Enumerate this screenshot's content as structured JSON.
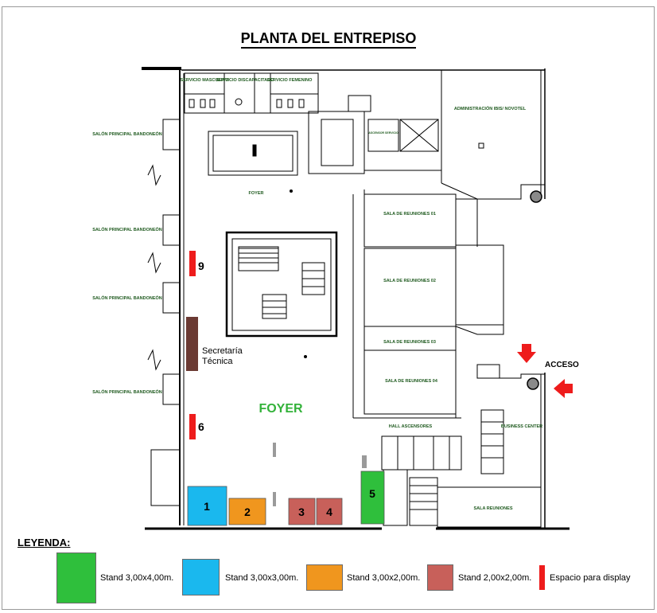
{
  "title": "PLANTA DEL ENTREPISO",
  "rooms": {
    "servicio_masculino": "SERVICIO MASCULINO",
    "servicio_discapacitado": "SERVICIO DISCAPACITADO",
    "servicio_femenino": "SERVICIO FEMENINO",
    "ascensor_servicio": "ASCENSOR SERVICIO",
    "administracion": "ADMINISTRACIÓN IBIS/ NOVOTEL",
    "foyer_small": "FOYER",
    "salon_principal": "SALÓN PRINCIPAL BANDONEÓN",
    "sala_01": "SALA DE REUNIONES 01",
    "sala_02": "SALA DE REUNIONES 02",
    "sala_03": "SALA DE REUNIONES 03",
    "sala_04": "SALA DE REUNIONES 04",
    "hall_ascensores": "HALL ASCENSORES",
    "business_center": "BUSINESS CENTER",
    "sala_reuniones": "SALA REUNIONES",
    "secretaria_line1": "Secretaría",
    "secretaria_line2": "Técnica",
    "foyer_big": "FOYER",
    "acceso": "ACCESO"
  },
  "stands": [
    {
      "number": "1",
      "type": "stand_3x3"
    },
    {
      "number": "2",
      "type": "stand_3x2"
    },
    {
      "number": "3",
      "type": "stand_2x2"
    },
    {
      "number": "4",
      "type": "stand_2x2"
    },
    {
      "number": "5",
      "type": "stand_3x4"
    }
  ],
  "displays": [
    {
      "number": "9"
    },
    {
      "number": "6"
    }
  ],
  "legend": {
    "title": "LEYENDA:",
    "items": [
      {
        "label": "Stand 3,00x4,00m.",
        "color": "#2fbf3c"
      },
      {
        "label": "Stand 3,00x3,00m.",
        "color": "#1ab8ee"
      },
      {
        "label": "Stand 3,00x2,00m.",
        "color": "#f0961e"
      },
      {
        "label": "Stand 2,00x2,00m.",
        "color": "#c8605a"
      },
      {
        "label": "Espacio para display",
        "color": "#ee1c1c"
      }
    ]
  },
  "colors": {
    "stand_3x4": "#2fbf3c",
    "stand_3x3": "#1ab8ee",
    "stand_3x2": "#f0961e",
    "stand_2x2": "#c8605a",
    "display": "#ee1c1c",
    "secretaria": "#6b3a33",
    "foyer_label": "#33b23a",
    "arrow": "#ee1c1c"
  }
}
